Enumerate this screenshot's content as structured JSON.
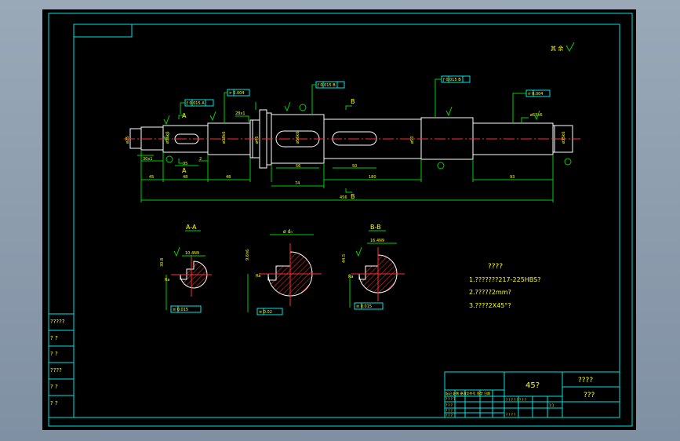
{
  "drawing": {
    "colors": {
      "background": "#000000",
      "frame": "#00e5e5",
      "outline": "#ffffff",
      "dimension": "#00d000",
      "centerline": "#ff3030",
      "text": "#ffff00"
    },
    "section_labels": {
      "a_top": "A",
      "a_bottom": "A",
      "b_top": "B",
      "b_bottom": "B",
      "view_aa": "A-A",
      "view_bb": "B-B"
    },
    "tech_requirements": {
      "title": "????",
      "line1": "1.???????217-225HBS?",
      "line2": "2.?????2mm?",
      "line3": "3.????2X45°?"
    },
    "title_block": {
      "material": "45?",
      "part_name": "????",
      "drawing_no": "???"
    },
    "left_strip": {
      "row1": "?????",
      "row2": "?  ?",
      "row3": "?  ?",
      "row4": "????",
      "row5": "?  ?",
      "row6": "?  ?"
    }
  }
}
